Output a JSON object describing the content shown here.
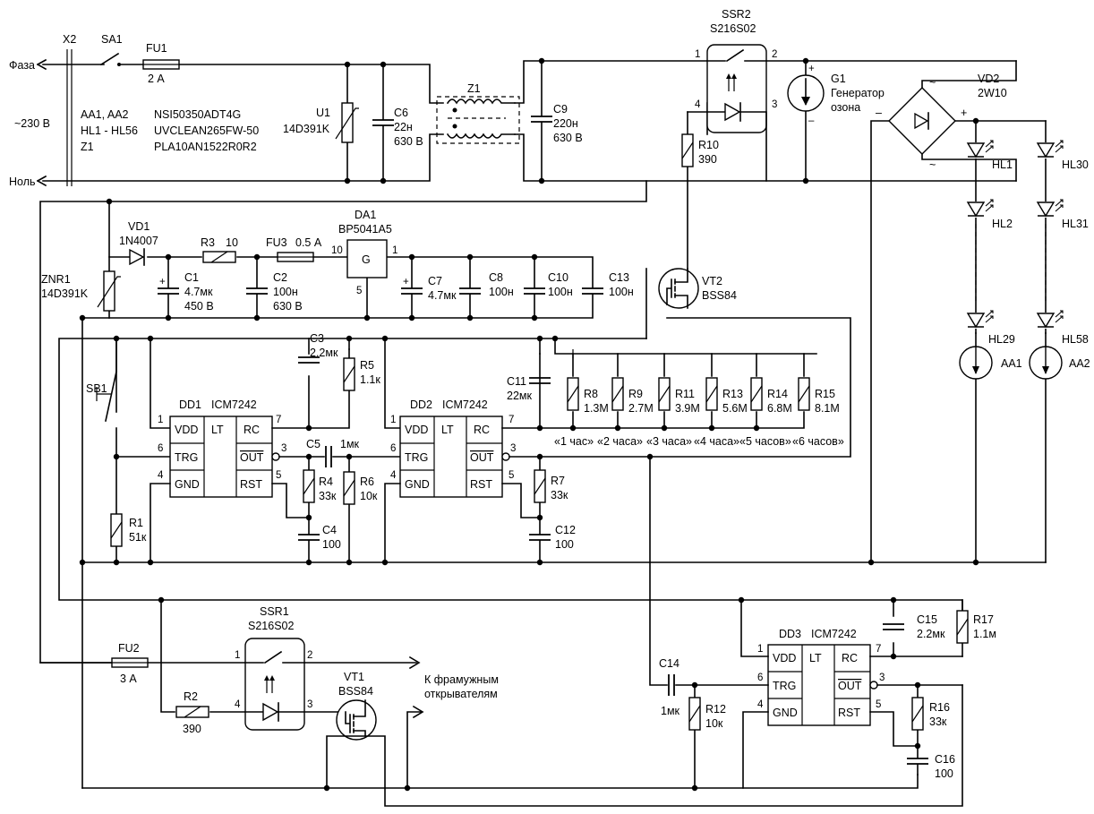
{
  "mains": {
    "phase": "Фаза",
    "neutral": "Ноль",
    "voltage": "~230 В",
    "connector": "X2",
    "switch": "SA1"
  },
  "legend": [
    {
      "ref": "AA1, AA2",
      "part": "NSI50350ADT4G"
    },
    {
      "ref": "HL1 - HL56",
      "part": "UVCLEAN265FW-50"
    },
    {
      "ref": "Z1",
      "part": "PLA10AN1522R0R2"
    }
  ],
  "fuses": {
    "fu1": {
      "name": "FU1",
      "value": "2 А"
    },
    "fu2": {
      "name": "FU2",
      "value": "3 А"
    },
    "fu3": {
      "name": "FU3",
      "value": "0.5 А"
    }
  },
  "varistors": {
    "u1": {
      "name": "U1",
      "value": "14D391K"
    },
    "znr1": {
      "name": "ZNR1",
      "value": "14D391K"
    }
  },
  "capacitors": {
    "c1": {
      "name": "C1",
      "v1": "4.7мк",
      "v2": "450 В"
    },
    "c2": {
      "name": "C2",
      "v1": "100н",
      "v2": "630 В"
    },
    "c3": {
      "name": "C3",
      "v1": "2.2мк"
    },
    "c4": {
      "name": "C4",
      "v1": "100"
    },
    "c5": {
      "name": "C5",
      "v1": "1мк"
    },
    "c6": {
      "name": "C6",
      "v1": "22н",
      "v2": "630 В"
    },
    "c7": {
      "name": "C7",
      "v1": "4.7мк"
    },
    "c8": {
      "name": "C8",
      "v1": "100н"
    },
    "c9": {
      "name": "C9",
      "v1": "220н",
      "v2": "630 В"
    },
    "c10": {
      "name": "C10",
      "v1": "100н"
    },
    "c11": {
      "name": "C11",
      "v1": "22мк"
    },
    "c12": {
      "name": "C12",
      "v1": "100"
    },
    "c13": {
      "name": "C13",
      "v1": "100н"
    },
    "c14": {
      "name": "C14",
      "v1": "1мк"
    },
    "c15": {
      "name": "C15",
      "v1": "2.2мк"
    },
    "c16": {
      "name": "C16",
      "v1": "100"
    }
  },
  "resistors": {
    "r1": {
      "name": "R1",
      "value": "51к"
    },
    "r2": {
      "name": "R2",
      "value": "390"
    },
    "r3": {
      "name": "R3",
      "value": "10"
    },
    "r4": {
      "name": "R4",
      "value": "33к"
    },
    "r5": {
      "name": "R5",
      "value": "1.1к"
    },
    "r6": {
      "name": "R6",
      "value": "10к"
    },
    "r7": {
      "name": "R7",
      "value": "33к"
    },
    "r10": {
      "name": "R10",
      "value": "390"
    },
    "r12": {
      "name": "R12",
      "value": "10к"
    },
    "r16": {
      "name": "R16",
      "value": "33к"
    },
    "r17": {
      "name": "R17",
      "value": "1.1м"
    }
  },
  "timer_resistors": [
    {
      "name": "R8",
      "value": "1.3M",
      "label": "«1 час»"
    },
    {
      "name": "R9",
      "value": "2.7M",
      "label": "«2 часа»"
    },
    {
      "name": "R11",
      "value": "3.9M",
      "label": "«3 часа»"
    },
    {
      "name": "R13",
      "value": "5.6M",
      "label": "«4 часа»"
    },
    {
      "name": "R14",
      "value": "6.8M",
      "label": "«5 часов»"
    },
    {
      "name": "R15",
      "value": "8.1M",
      "label": "«6 часов»"
    }
  ],
  "ics": {
    "dd1": {
      "name": "DD1",
      "type": "ICM7242"
    },
    "dd2": {
      "name": "DD2",
      "type": "ICM7242"
    },
    "dd3": {
      "name": "DD3",
      "type": "ICM7242"
    },
    "pins": {
      "vdd": "VDD",
      "lt": "LT",
      "rc": "RC",
      "trg": "TRG",
      "out": "OUT",
      "gnd": "GND",
      "rst": "RST",
      "p1": "1",
      "p3": "3",
      "p4": "4",
      "p5": "5",
      "p6": "6",
      "p7": "7"
    }
  },
  "da1": {
    "name": "DA1",
    "type": "BP5041A5",
    "block": "G",
    "pin10": "10",
    "pin1": "1",
    "pin5": "5"
  },
  "diodes": {
    "vd1": {
      "name": "VD1",
      "type": "1N4007"
    },
    "vd2": {
      "name": "VD2",
      "type": "2W10"
    }
  },
  "transistors": {
    "vt1": {
      "name": "VT1",
      "type": "BSS84"
    },
    "vt2": {
      "name": "VT2",
      "type": "BSS84"
    }
  },
  "ssr": {
    "ssr1": {
      "name": "SSR1",
      "type": "S216S02",
      "p1": "1",
      "p2": "2",
      "p3": "3",
      "p4": "4"
    },
    "ssr2": {
      "name": "SSR2",
      "type": "S216S02",
      "p1": "1",
      "p2": "2",
      "p3": "3",
      "p4": "4"
    }
  },
  "ozone": {
    "name": "G1",
    "l1": "Генератор",
    "l2": "озона"
  },
  "filter": {
    "name": "Z1"
  },
  "button": {
    "name": "SB1"
  },
  "leds": {
    "hl1": "HL1",
    "hl2": "HL2",
    "hl29": "HL29",
    "hl30": "HL30",
    "hl31": "HL31",
    "hl58": "HL58"
  },
  "current_sources": {
    "aa1": "AA1",
    "aa2": "AA2"
  },
  "bridge_signs": {
    "plus": "+",
    "minus": "–",
    "ac": "~"
  },
  "output": {
    "l1": "К фрамужным",
    "l2": "открывателям"
  }
}
